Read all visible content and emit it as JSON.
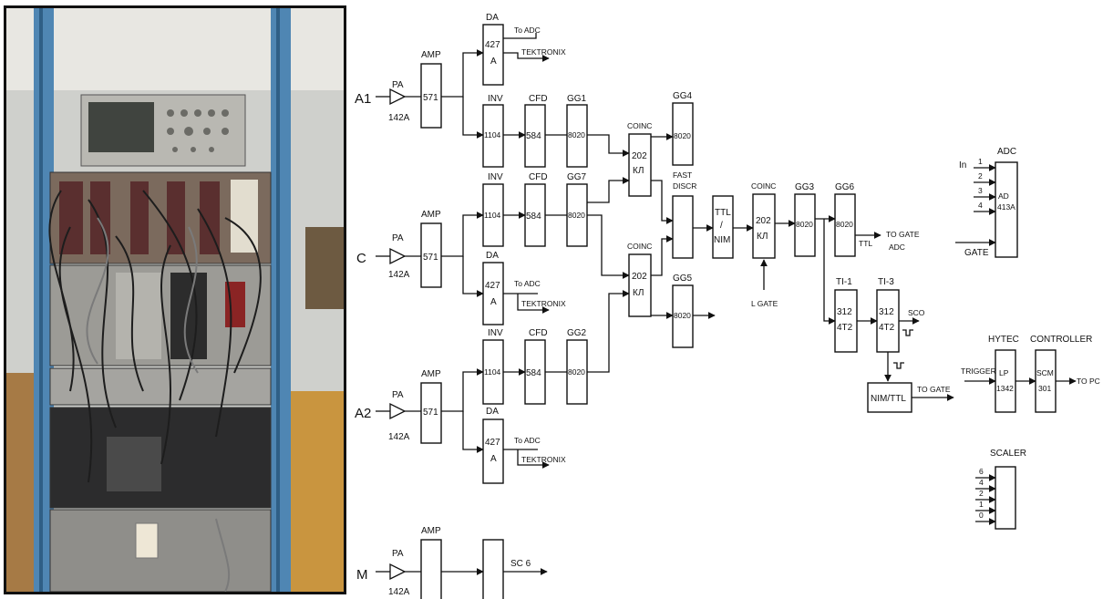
{
  "photo": {
    "subject": "rack-photo"
  },
  "inputs": [
    "A1",
    "C",
    "A2",
    "M"
  ],
  "preamp": {
    "label": "PA",
    "model": "142A"
  },
  "amp": {
    "label": "AMP",
    "model": "571"
  },
  "inv": {
    "label": "INV",
    "model": "1104"
  },
  "cfd": {
    "label": "CFD",
    "model": "584"
  },
  "gg1": {
    "label": "GG1",
    "model": "8020"
  },
  "gg7": {
    "label": "GG7",
    "model": "8020"
  },
  "gg2": {
    "label": "GG2",
    "model": "8020"
  },
  "gg4": {
    "label": "GG4",
    "model": "8020"
  },
  "gg5": {
    "label": "GG5",
    "model": "8020"
  },
  "gg3": {
    "label": "GG3",
    "model": "8020"
  },
  "gg6": {
    "label": "GG6",
    "model": "8020"
  },
  "da": {
    "label": "DA",
    "model_a": "427",
    "model_b": "A",
    "out_adc": "To ADC",
    "out_scope": "TEKTRONIX"
  },
  "coinc": {
    "label": "COINC",
    "model_a": "202",
    "model_b": "КЛ"
  },
  "fast_discr": {
    "line1": "FAST",
    "line2": "DISCR"
  },
  "ttl_nim": {
    "line1": "TTL",
    "line2": "/",
    "line3": "NIM"
  },
  "l_gate": "L GATE",
  "gate_out": {
    "ttl": "TTL",
    "to_gate": "TO GATE",
    "adc": "ADC"
  },
  "ti1": {
    "label": "TI-1",
    "model_a": "312",
    "model_b": "4T2"
  },
  "ti3": {
    "label": "TI-3",
    "model_a": "312",
    "model_b": "4T2",
    "sco": "SCO"
  },
  "nim_ttl": {
    "label": "NIM/TTL",
    "to_gate": "TO GATE"
  },
  "adc": {
    "label": "ADC",
    "in": "In",
    "inputs": [
      "1",
      "2",
      "3",
      "4"
    ],
    "model_a": "AD",
    "model_b": "413A",
    "gate": "GATE"
  },
  "hytec": {
    "label": "HYTEC",
    "trigger": "TRIGGER",
    "model_a": "LP",
    "model_b": "1342"
  },
  "controller": {
    "label": "CONTROLLER",
    "model_a": "SCM",
    "model_b": "301",
    "to_pc": "TO PC"
  },
  "scaler": {
    "label": "SCALER",
    "inputs": [
      "6",
      "4",
      "2",
      "1",
      "0"
    ]
  },
  "m_channel": {
    "sc": "SC 6"
  }
}
